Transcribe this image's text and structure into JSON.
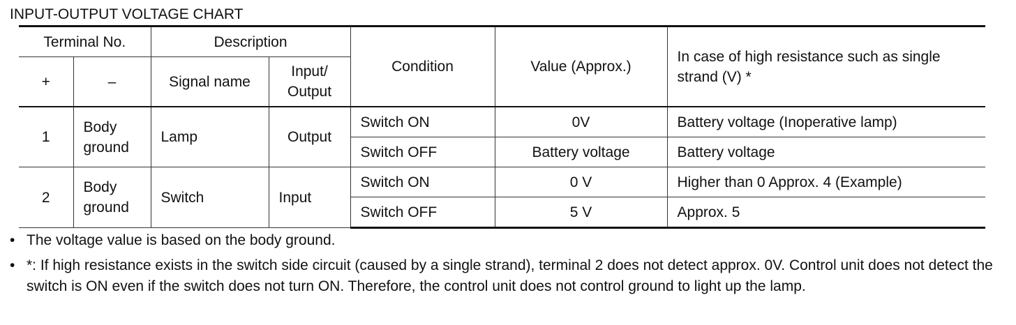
{
  "title": "INPUT-OUTPUT VOLTAGE CHART",
  "table": {
    "headers": {
      "terminal_no": "Terminal No.",
      "description": "Description",
      "condition": "Condition",
      "value": "Value (Approx.)",
      "high_resistance": "In case of high resistance such as single strand (V) *",
      "plus": "+",
      "minus": "–",
      "signal_name": "Signal name",
      "input_output_1": "Input/",
      "input_output_2": "Output"
    },
    "rows": [
      {
        "plus": "1",
        "minus_line1": "Body",
        "minus_line2": "ground",
        "signal_name": "Lamp",
        "io": "Output",
        "states": [
          {
            "condition": "Switch ON",
            "value": "0V",
            "high_resistance": "Battery voltage (Inoperative lamp)"
          },
          {
            "condition": "Switch OFF",
            "value": "Battery voltage",
            "high_resistance": "Battery voltage"
          }
        ]
      },
      {
        "plus": "2",
        "minus_line1": "Body",
        "minus_line2": "ground",
        "signal_name": "Switch",
        "io": "Input",
        "states": [
          {
            "condition": "Switch ON",
            "value": "0 V",
            "high_resistance": "Higher than 0 Approx. 4 (Example)"
          },
          {
            "condition": "Switch OFF",
            "value": "5 V",
            "high_resistance": "Approx. 5"
          }
        ]
      }
    ]
  },
  "notes": {
    "bullet": "•",
    "items": [
      "The voltage value is based on the body ground.",
      "*: If high resistance exists in the switch side circuit (caused by a single strand), terminal 2 does not detect approx. 0V. Control unit does not detect the switch is ON even if the switch does not turn ON. Therefore, the control unit does not control ground to light up the lamp."
    ]
  }
}
